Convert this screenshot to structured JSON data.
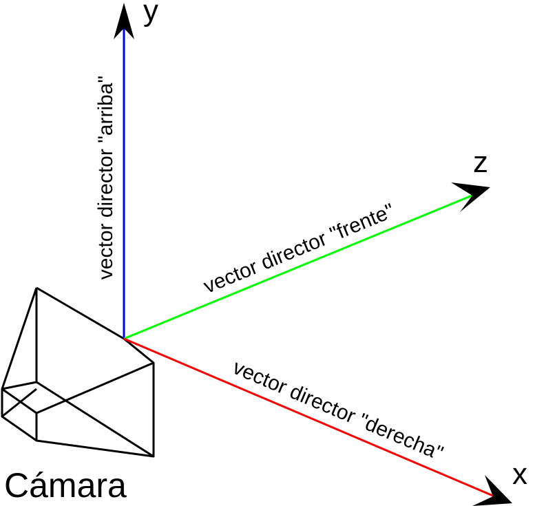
{
  "axes": {
    "y": {
      "letter": "y",
      "caption": "vector director \"arriba\"",
      "color": "#0000ff"
    },
    "z": {
      "letter": "z",
      "caption": "vector director \"frente\"",
      "color": "#00ff00"
    },
    "x": {
      "letter": "x",
      "caption": "vector director \"derecha\"",
      "color": "#ff0000"
    }
  },
  "camera": {
    "label": "Cámara",
    "color": "#000000"
  }
}
